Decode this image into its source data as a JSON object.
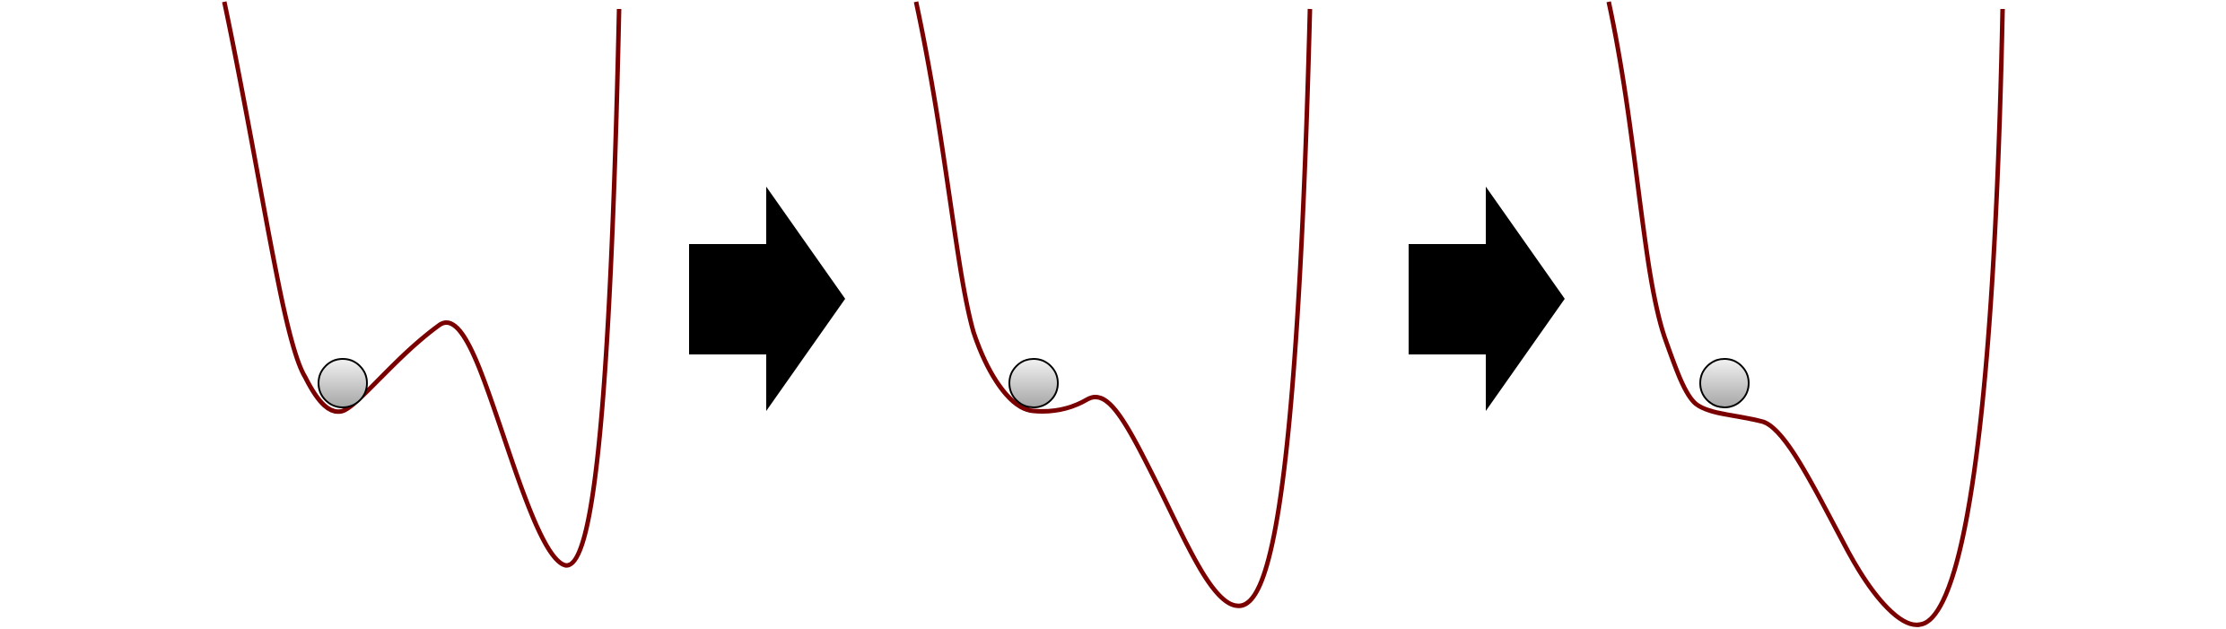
{
  "diagram": {
    "description_visible_text": "",
    "colors": {
      "background": "#ffffff",
      "curve": "#7a0000",
      "arrow": "#000000",
      "ball_top": "#f2f2f2",
      "ball_bottom": "#a6a6a6",
      "ball_outline": "#000000"
    },
    "panels": [
      {
        "id": "panel-1",
        "label": ""
      },
      {
        "id": "panel-2",
        "label": ""
      },
      {
        "id": "panel-3",
        "label": ""
      }
    ],
    "arrows": [
      {
        "id": "arrow-1",
        "direction": "right"
      },
      {
        "id": "arrow-2",
        "direction": "right"
      }
    ]
  }
}
